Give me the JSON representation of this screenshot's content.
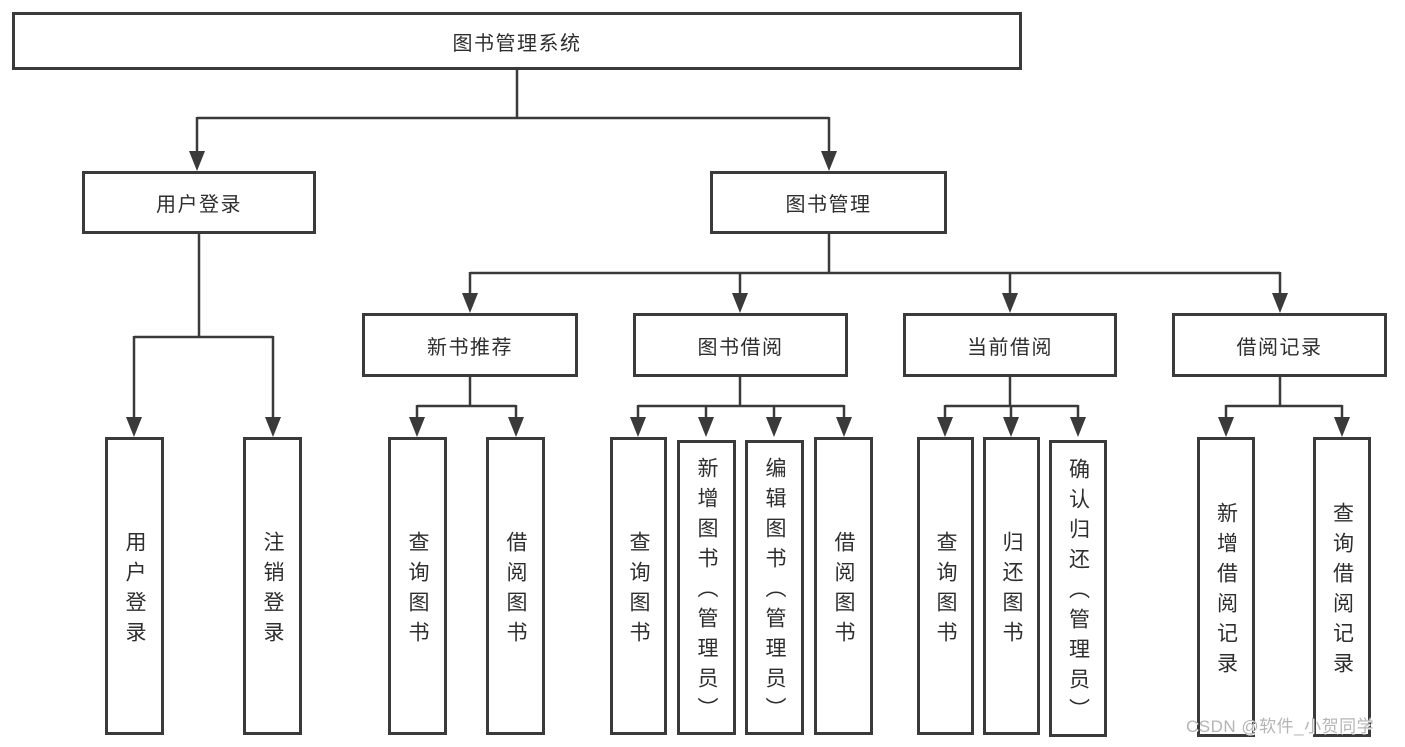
{
  "tree": {
    "root": "图书管理系统",
    "branches": [
      {
        "label": "用户登录",
        "children": [
          "用户登录",
          "注销登录"
        ]
      },
      {
        "label": "图书管理",
        "groups": [
          {
            "label": "新书推荐",
            "children": [
              "查询图书",
              "借阅图书"
            ]
          },
          {
            "label": "图书借阅",
            "children": [
              "查询图书",
              "新增图书（管理员）",
              "编辑图书（管理员）",
              "借阅图书"
            ]
          },
          {
            "label": "当前借阅",
            "children": [
              "查询图书",
              "归还图书",
              "确认归还（管理员）"
            ]
          },
          {
            "label": "借阅记录",
            "children": [
              "新增借阅记录",
              "查询借阅记录"
            ]
          }
        ]
      }
    ]
  },
  "watermark": "CSDN @软件_小贺同学",
  "colors": {
    "line": "#3a3a3a",
    "text": "#2e2e2e",
    "watermark": "#b5b5b5",
    "background": "#ffffff"
  }
}
